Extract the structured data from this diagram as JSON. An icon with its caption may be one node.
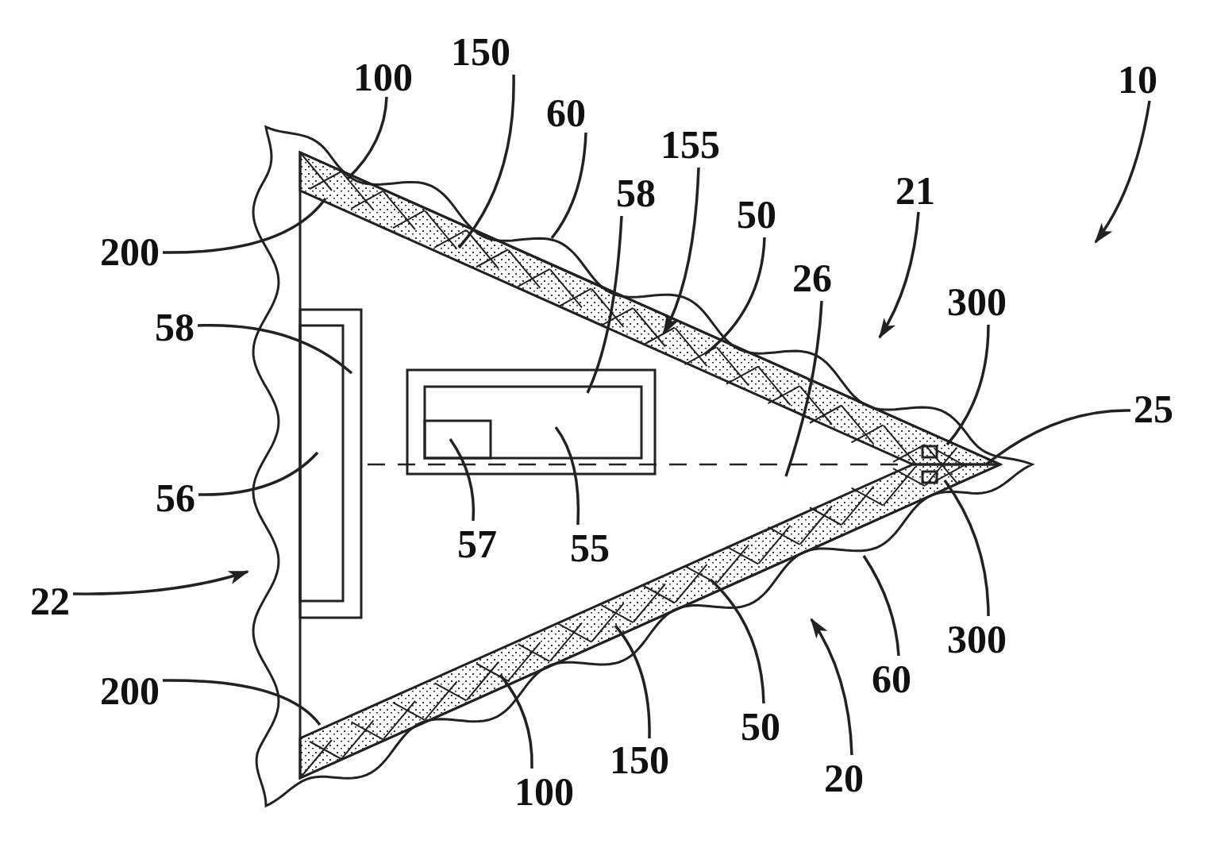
{
  "diagram": {
    "nodes": [
      {
        "text": [
          "150"
        ]
      },
      {
        "text": [
          "100"
        ]
      },
      {
        "text": [
          "10"
        ]
      },
      {
        "text": [
          "60"
        ]
      },
      {
        "text": [
          "155"
        ]
      },
      {
        "text": [
          "58"
        ]
      },
      {
        "text": [
          "50"
        ]
      },
      {
        "text": [
          "21"
        ]
      },
      {
        "text": [
          "200"
        ]
      },
      {
        "text": [
          "26"
        ]
      },
      {
        "text": [
          "300"
        ]
      },
      {
        "text": [
          "58"
        ]
      },
      {
        "text": [
          "25"
        ]
      },
      {
        "text": [
          "56"
        ]
      },
      {
        "text": [
          "57"
        ]
      },
      {
        "text": [
          "55"
        ]
      },
      {
        "text": [
          "22"
        ]
      },
      {
        "text": [
          "300"
        ]
      },
      {
        "text": [
          "60"
        ]
      },
      {
        "text": [
          "200"
        ]
      },
      {
        "text": [
          "50"
        ]
      },
      {
        "text": [
          "150"
        ]
      },
      {
        "text": [
          "20"
        ]
      },
      {
        "text": [
          "100"
        ]
      }
    ],
    "edges": [
      {
        "from": 0,
        "to": null,
        "arrow": "none"
      },
      {
        "from": 1,
        "to": null,
        "arrow": "none"
      },
      {
        "from": 2,
        "to": null,
        "arrow": "to"
      },
      {
        "from": 3,
        "to": null,
        "arrow": "none"
      },
      {
        "from": 4,
        "to": null,
        "arrow": "to"
      },
      {
        "from": 5,
        "to": null,
        "arrow": "none"
      },
      {
        "from": 6,
        "to": null,
        "arrow": "none"
      },
      {
        "from": 7,
        "to": null,
        "arrow": "to"
      },
      {
        "from": 8,
        "to": null,
        "arrow": "none"
      },
      {
        "from": 9,
        "to": null,
        "arrow": "none"
      },
      {
        "from": 10,
        "to": null,
        "arrow": "none"
      },
      {
        "from": 11,
        "to": null,
        "arrow": "none"
      },
      {
        "from": 12,
        "to": null,
        "arrow": "none"
      },
      {
        "from": 13,
        "to": null,
        "arrow": "none"
      },
      {
        "from": 14,
        "to": null,
        "arrow": "none"
      },
      {
        "from": 15,
        "to": null,
        "arrow": "none"
      },
      {
        "from": 16,
        "to": null,
        "arrow": "to"
      },
      {
        "from": 17,
        "to": null,
        "arrow": "none"
      },
      {
        "from": 18,
        "to": null,
        "arrow": "none"
      },
      {
        "from": 19,
        "to": null,
        "arrow": "none"
      },
      {
        "from": 20,
        "to": null,
        "arrow": "none"
      },
      {
        "from": 21,
        "to": null,
        "arrow": "none"
      },
      {
        "from": 22,
        "to": null,
        "arrow": "to"
      },
      {
        "from": 23,
        "to": null,
        "arrow": "none"
      }
    ]
  }
}
